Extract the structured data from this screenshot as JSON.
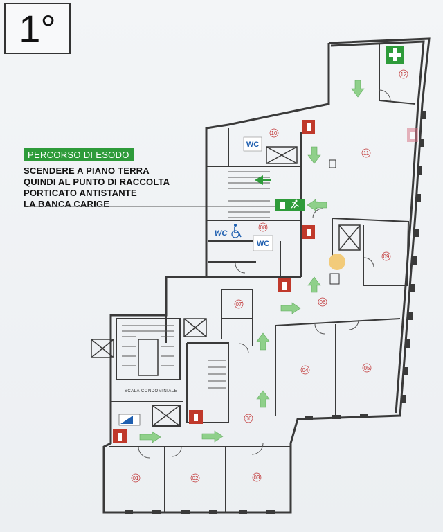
{
  "floor": {
    "label": "1°"
  },
  "escape": {
    "tag": "PERCORSO DI ESODO",
    "lines": [
      "SCENDERE A PIANO TERRA",
      "QUINDI AL PUNTO DI RACCOLTA",
      "PORTICATO ANTISTANTE",
      "LA BANCA CARIGE"
    ]
  },
  "rooms": {
    "r01": "01",
    "r02": "02",
    "r03": "03",
    "r04": "04",
    "r05": "05",
    "r06a": "06",
    "r06b": "06",
    "r07": "07",
    "r08": "08",
    "r09": "09",
    "r10": "10",
    "r11": "11",
    "r12": "12"
  },
  "wc": {
    "a": "WC",
    "b": "WC",
    "c": "WC"
  },
  "stairs": {
    "condo": "SCALA CONDOMINIALE"
  },
  "colors": {
    "wall": "#3a3a3a",
    "exit_green": "#2e9b3a",
    "arrow_green": "#8fd08a",
    "extinguisher_red": "#c0392b",
    "first_aid_green": "#2e9b3a",
    "wc_blue": "#1f5fb0",
    "assembly_dot": "#f2c66d"
  }
}
